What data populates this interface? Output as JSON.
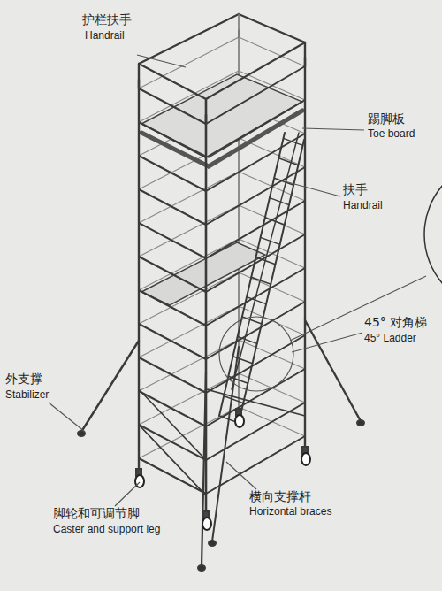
{
  "diagram": {
    "labels": [
      "护栏扶手",
      "Handrail",
      "踢脚板",
      "Toe board",
      "扶手",
      "Handrail",
      "45° 对角梯",
      "45° Ladder",
      "外支撑",
      "Stabilizer",
      "脚轮和可调节脚",
      "Caster and support leg",
      "横向支撑杆",
      "Horizontal braces"
    ]
  }
}
